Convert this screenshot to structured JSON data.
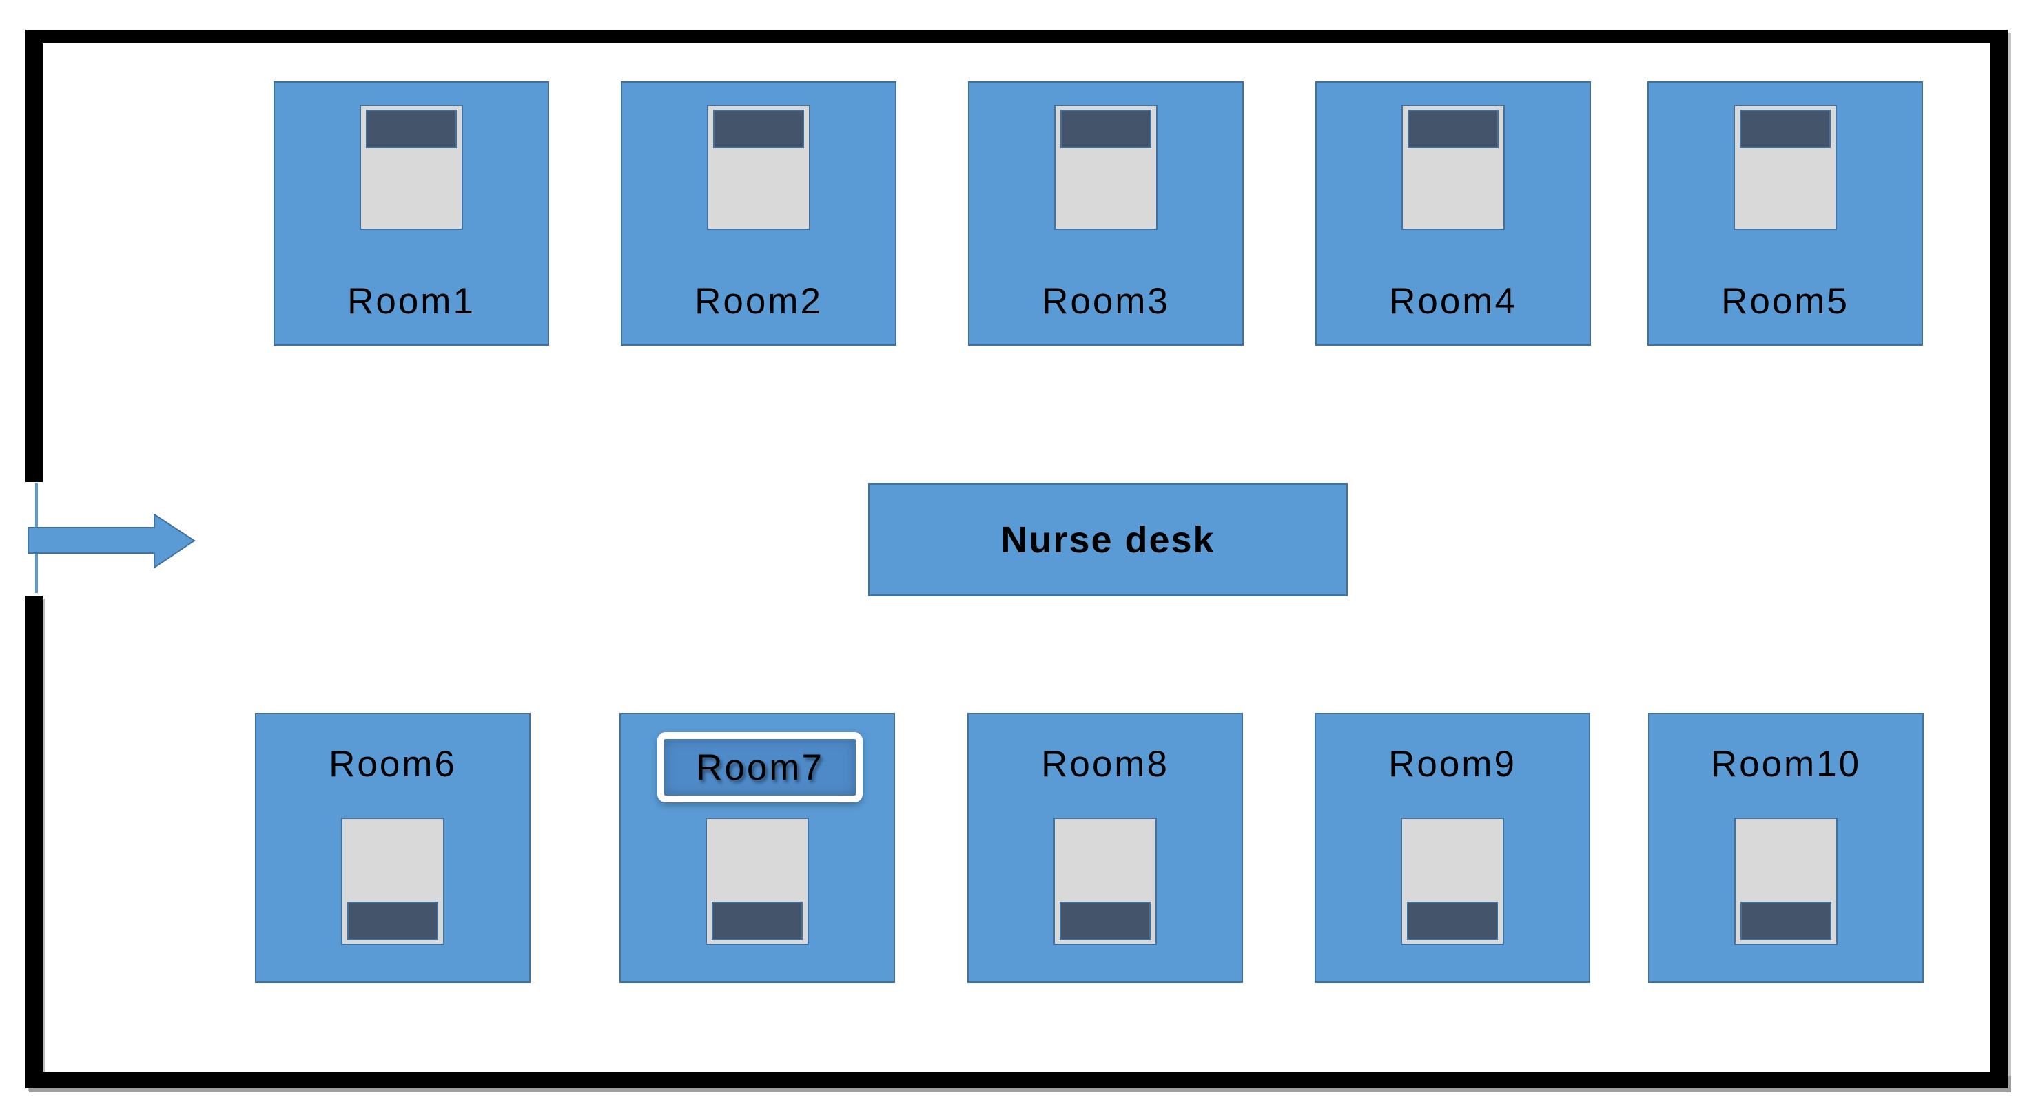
{
  "colors": {
    "canvas": "#ffffff",
    "wall": "#000000",
    "room_fill": "#5b9bd5",
    "room_border": "#41719c",
    "bed_fill": "#d9d9d9",
    "bed_border": "#41719c",
    "pillow_fill": "#44546a",
    "door": "#5b9bd5",
    "arrow_fill": "#5b9bd5",
    "arrow_border": "#41719c",
    "highlight_ring": "#ffffff",
    "highlight_fill": "#4f8ac8",
    "label_text": "#000000"
  },
  "floor_plan": {
    "entrance": {
      "arrow_icon": "right-arrow",
      "door_icon": "open-door-gap"
    },
    "nurse_desk": {
      "label": "Nurse desk"
    },
    "rooms_top": [
      {
        "label": "Room1"
      },
      {
        "label": "Room2"
      },
      {
        "label": "Room3"
      },
      {
        "label": "Room4"
      },
      {
        "label": "Room5"
      }
    ],
    "rooms_bottom": [
      {
        "label": "Room6",
        "highlighted": false
      },
      {
        "label": "Room7",
        "highlighted": true
      },
      {
        "label": "Room8",
        "highlighted": false
      },
      {
        "label": "Room9",
        "highlighted": false
      },
      {
        "label": "Room10",
        "highlighted": false
      }
    ]
  }
}
